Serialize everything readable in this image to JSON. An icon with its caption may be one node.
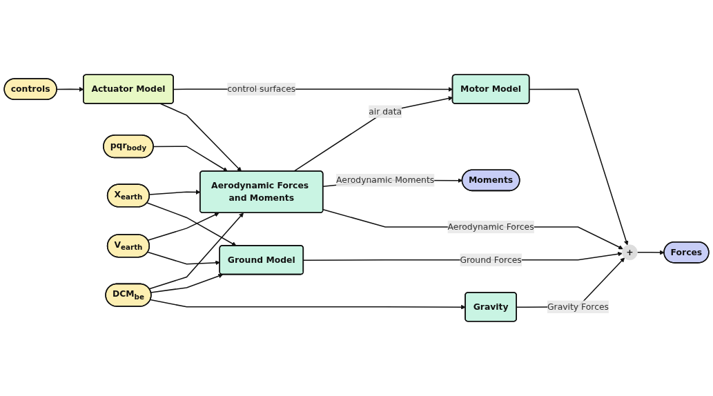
{
  "diagram": {
    "nodes": [
      {
        "text": [
          "controls"
        ]
      },
      {
        "text": [
          "Actuator Model"
        ]
      },
      {
        "text": [
          "Motor Model"
        ]
      },
      {
        "text": [
          "pqr$_{body}$"
        ]
      },
      {
        "text": [
          "Aerodynamic Forces and Moments"
        ]
      },
      {
        "text": [
          "Moments"
        ]
      },
      {
        "text": [
          "X$_{earth}$"
        ]
      },
      {
        "text": [
          "Ground Model"
        ]
      },
      {
        "text": [
          "+"
        ]
      },
      {
        "text": [
          "Forces"
        ]
      },
      {
        "text": [
          "V$_{earth}$"
        ]
      },
      {
        "text": [
          "DCM$_{be}$"
        ]
      },
      {
        "text": [
          "Gravity"
        ]
      }
    ],
    "edges": [
      {
        "from": 0,
        "to": 1,
        "arrow": "to"
      },
      {
        "from": 1,
        "to": 2,
        "label": "control surfaces",
        "arrow": "to"
      },
      {
        "from": 1,
        "to": 4,
        "arrow": "to"
      },
      {
        "from": 4,
        "to": 2,
        "label": "air data",
        "arrow": "to"
      },
      {
        "from": 3,
        "to": 4,
        "arrow": "to"
      },
      {
        "from": 6,
        "to": 4,
        "arrow": "to"
      },
      {
        "from": 6,
        "to": 7,
        "arrow": "to"
      },
      {
        "from": 10,
        "to": 4,
        "arrow": "to"
      },
      {
        "from": 10,
        "to": 7,
        "arrow": "to"
      },
      {
        "from": 11,
        "to": 4,
        "arrow": "to"
      },
      {
        "from": 11,
        "to": 7,
        "arrow": "to"
      },
      {
        "from": 11,
        "to": 12,
        "arrow": "to"
      },
      {
        "from": 4,
        "to": 5,
        "label": "Aerodynamic Moments",
        "arrow": "to"
      },
      {
        "from": 4,
        "to": 8,
        "label": "Aerodynamic Forces",
        "arrow": "to"
      },
      {
        "from": 2,
        "to": 8,
        "arrow": "to"
      },
      {
        "from": 7,
        "to": 8,
        "label": "Ground Forces",
        "arrow": "to"
      },
      {
        "from": 12,
        "to": 8,
        "label": "Gravity Forces",
        "arrow": "to"
      },
      {
        "from": 8,
        "to": 9,
        "arrow": "to"
      }
    ]
  }
}
